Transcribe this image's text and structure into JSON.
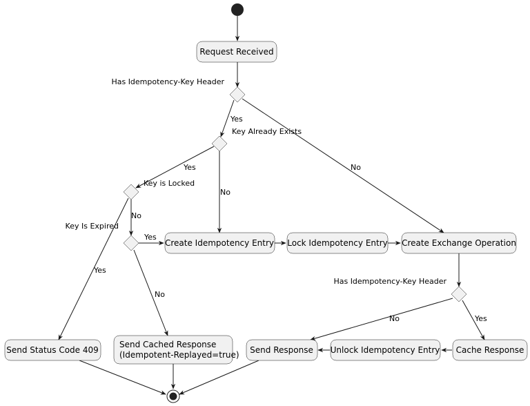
{
  "nodes": {
    "request_received": "Request Received",
    "create_entry": "Create Idempotency Entry",
    "lock_entry": "Lock Idempotency Entry",
    "create_exchange": "Create Exchange Operation",
    "send_409": "Send Status Code 409",
    "send_cached_line1": "Send Cached Response",
    "send_cached_line2": "(Idempotent-Replayed=true)",
    "send_response": "Send Response",
    "unlock_entry": "Unlock Idempotency Entry",
    "cache_response": "Cache Response"
  },
  "decisions": {
    "has_header_1": "Has Idempotency-Key Header",
    "key_exists": "Key Already Exists",
    "key_locked": "Key is Locked",
    "key_expired": "Key Is Expired",
    "has_header_2": "Has Idempotency-Key Header"
  },
  "edge_labels": {
    "h1_yes": "Yes",
    "h1_no": "No",
    "exists_yes": "Yes",
    "exists_no": "No",
    "locked_yes": "Yes",
    "locked_no": "No",
    "expired_yes": "Yes",
    "expired_no": "No",
    "h2_no": "No",
    "h2_yes": "Yes"
  },
  "colors": {
    "node_fill": "#f1f1f1",
    "stroke": "#181818"
  }
}
